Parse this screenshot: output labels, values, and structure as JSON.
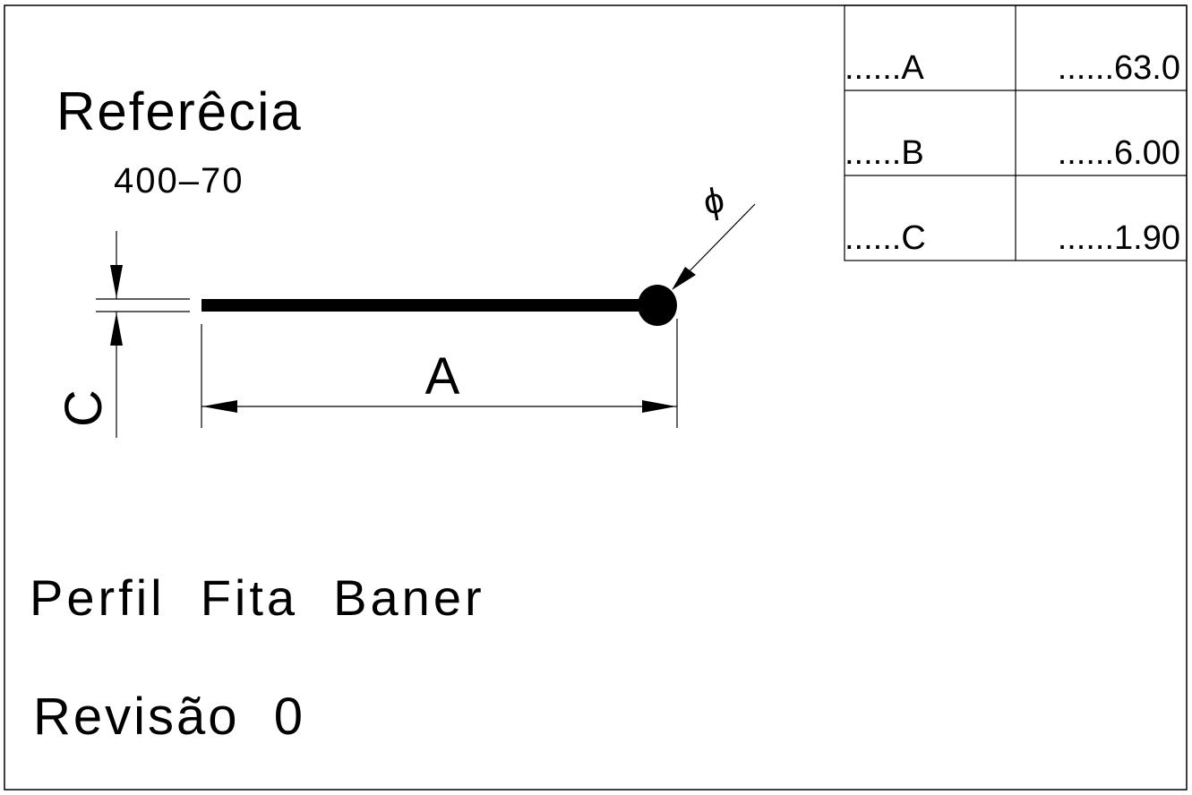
{
  "title": "Referêcia",
  "reference_code": "400–70",
  "profile_name": "Perfil  Fita  Baner",
  "revision": "Revisão  0",
  "diagram": {
    "dimension_a_label": "A",
    "dimension_c_label": "C",
    "diameter_symbol": "ϕ"
  },
  "dimension_table": {
    "rows": [
      {
        "label": "......A",
        "value": "......63.0"
      },
      {
        "label": "......B",
        "value": "......6.00"
      },
      {
        "label": "......C",
        "value": "......1.90"
      }
    ]
  }
}
